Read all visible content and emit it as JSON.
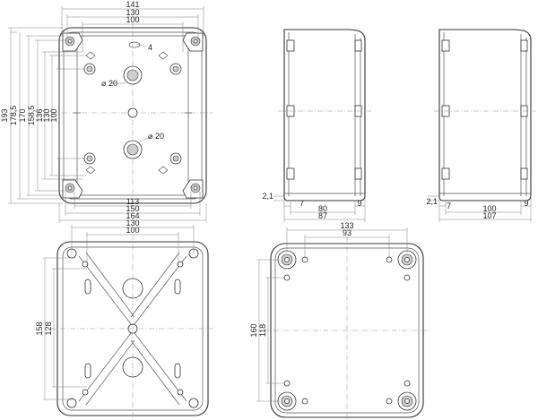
{
  "top_view": {
    "dims": {
      "w141": "141",
      "w130": "130",
      "w100": "100",
      "w113": "113",
      "w150": "150",
      "w164": "164",
      "h193": "193",
      "h178_5": "178,5",
      "h170": "170",
      "h158_5": "158,5",
      "h136": "136",
      "h130": "130",
      "h100": "100"
    },
    "callouts": {
      "hole_4": "4",
      "hole_20_top": "20",
      "hole_20_mid": "20"
    }
  },
  "side_view_1": {
    "dims": {
      "d2_1": "2,1",
      "d7": "7",
      "d80": "80",
      "d9": "9",
      "d87": "87"
    }
  },
  "side_view_2": {
    "dims": {
      "d2_1": "2,1",
      "d7": "7",
      "d100": "100",
      "d9": "9",
      "d107": "107"
    }
  },
  "bottom_view": {
    "dims": {
      "w130": "130",
      "w100": "100",
      "h158": "158",
      "h128": "128"
    }
  },
  "lid_view": {
    "dims": {
      "w133": "133",
      "w93": "93",
      "h160": "160",
      "h118": "118"
    }
  }
}
